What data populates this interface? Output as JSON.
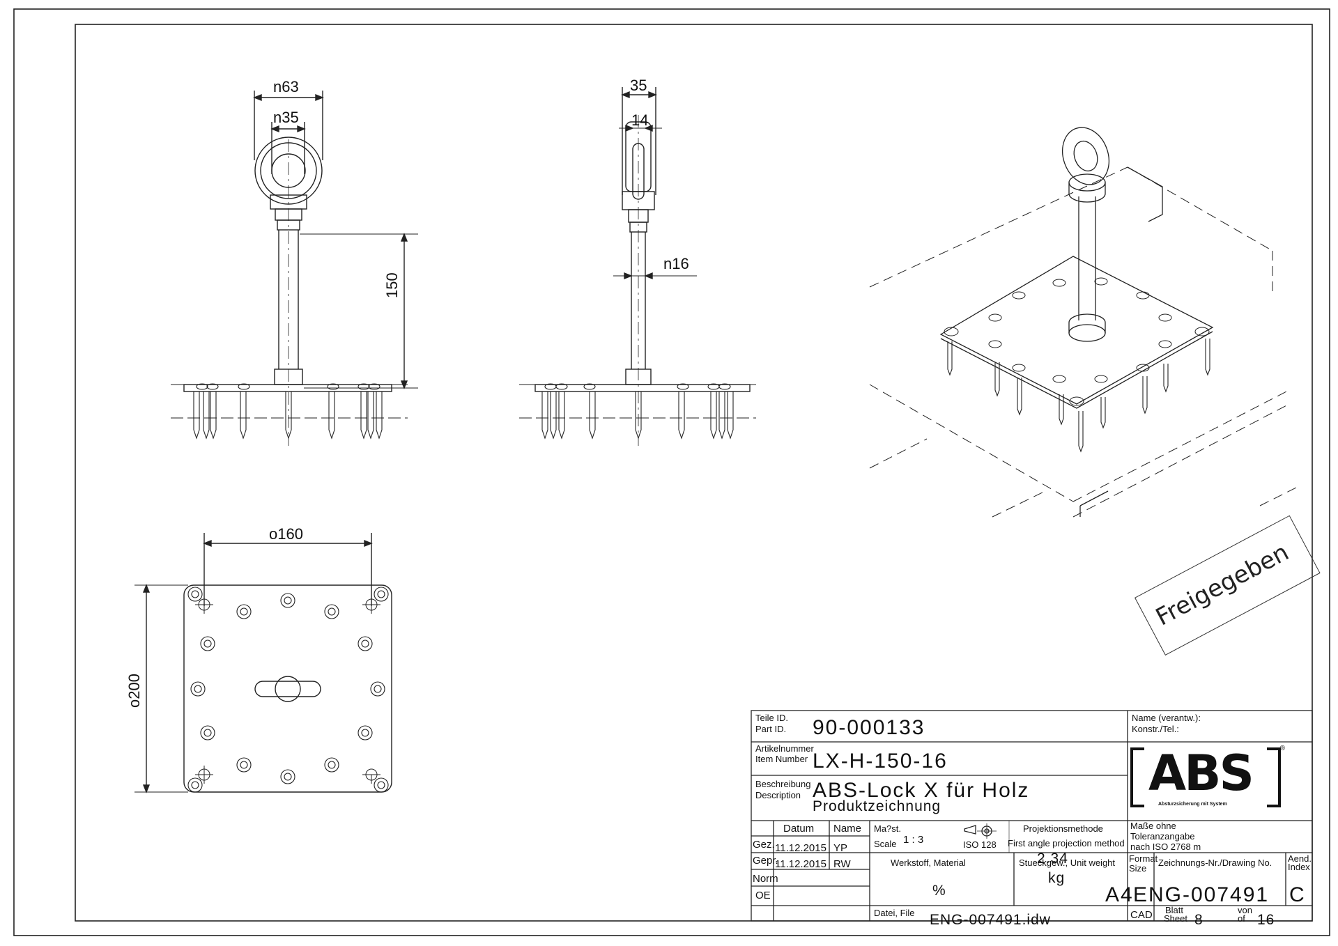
{
  "dimensions": {
    "front_ring_outer": "n63",
    "front_ring_inner": "n35",
    "front_height": "150",
    "side_width": "35",
    "side_inner": "14",
    "side_rod": "n16",
    "plan_width": "o160",
    "plan_height": "o200"
  },
  "stamp": {
    "text": "Freigegeben"
  },
  "title_block": {
    "part_id_label_de": "Teile ID.",
    "part_id_label_en": "Part ID.",
    "part_id": "90-000133",
    "item_number_label_de": "Artikelnummer",
    "item_number_label_en": "Item Number",
    "item_number": "LX-H-150-16",
    "description_label_de": "Beschreibung",
    "description_label_en": "Description",
    "description_line1": "ABS-Lock X für Holz",
    "description_line2": "Produktzeichnung",
    "name_label_de": "Name (verantw.):",
    "name_label_en": "Konstr./Tel.:",
    "logo_text": "ABS",
    "logo_tagline": "Absturzsicherung mit System",
    "datum_label": "Datum",
    "name_col_label": "Name",
    "gez_label": "Gez.",
    "gez_date": "11.12.2015",
    "gez_name": "YP",
    "gepr_label": "Gepr.",
    "gepr_date": "11.12.2015",
    "gepr_name": "RW",
    "norm_label": "Norm",
    "oe_label": "OE",
    "scale_label_de": "Ma?st.",
    "scale_label_en": "Scale",
    "scale_value": "1 : 3",
    "iso_label": "ISO 128",
    "projection_label_de": "Projektionsmethode",
    "projection_label_en": "First angle projection method",
    "tolerance_line1": "Maße ohne",
    "tolerance_line2": "Toleranzangabe",
    "tolerance_line3": "nach ISO 2768 m",
    "material_label": "Werkstoff, Material",
    "material_value": "%",
    "weight_label": "Stueckgew., Unit weight",
    "weight_value": "2.34",
    "weight_unit": "kg",
    "format_label_de": "Format",
    "format_label_en": "Size",
    "format_value": "A4",
    "drawing_no_label": "Zeichnungs-Nr./Drawing No.",
    "drawing_no": "ENG-007491",
    "revision_label_de": "Aend.",
    "revision_label_en": "Index",
    "revision_value": "C",
    "file_label": "Datei, File",
    "file_value": "ENG-007491.idw",
    "cad_label": "CAD",
    "sheet_label_de": "Blatt",
    "sheet_label_en": "Sheet",
    "sheet_value": "8",
    "of_label_de": "von",
    "of_label_en": "of",
    "of_value": "16"
  }
}
